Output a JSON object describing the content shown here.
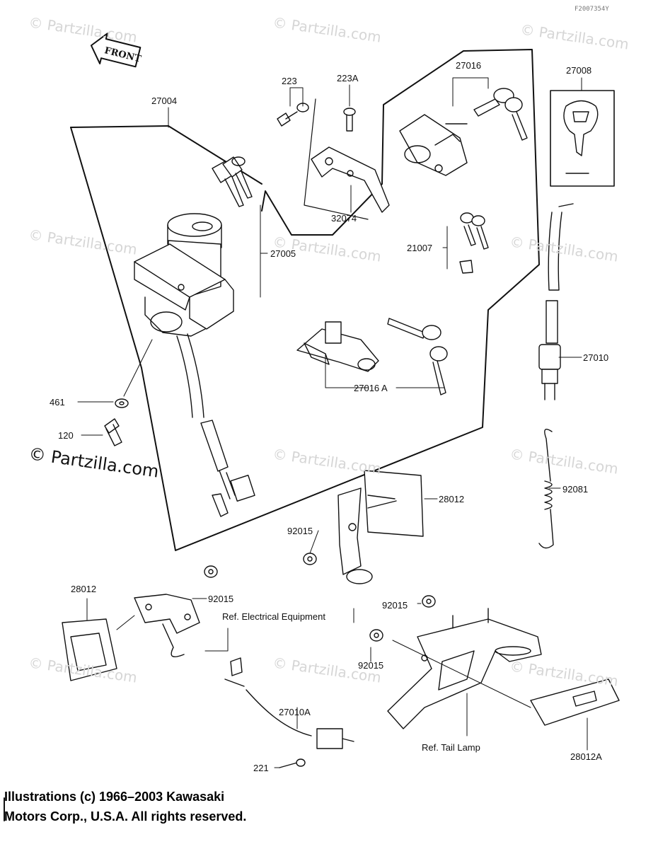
{
  "diagram": {
    "reference_code": "F2007354Y",
    "front_label": "FRONT",
    "watermark": "© Partzilla.com",
    "watermark_main": "© Partzilla.com",
    "copyright_line1": "Illustrations (c) 1966–2003 Kawasaki",
    "copyright_line2": "Motors Corp., U.S.A.  All rights reserved.",
    "callouts": {
      "p27004": "27004",
      "p223": "223",
      "p223A": "223A",
      "p27016": "27016",
      "p27008": "27008",
      "p32074": "32074",
      "p27005": "27005",
      "p21007": "21007",
      "p27016A": "27016 A",
      "p27010": "27010",
      "p461": "461",
      "p120": "120",
      "p28012_right": "28012",
      "p92081": "92081",
      "p92015_mid": "92015",
      "p28012_left": "28012",
      "p92015_left": "92015",
      "p92015_right": "92015",
      "p92015_low": "92015",
      "p27010A": "27010A",
      "p221": "221",
      "p28012A": "28012A",
      "ref_electrical": "Ref.  Electrical Equipment",
      "ref_tail_lamp": "Ref.  Tail Lamp"
    }
  }
}
